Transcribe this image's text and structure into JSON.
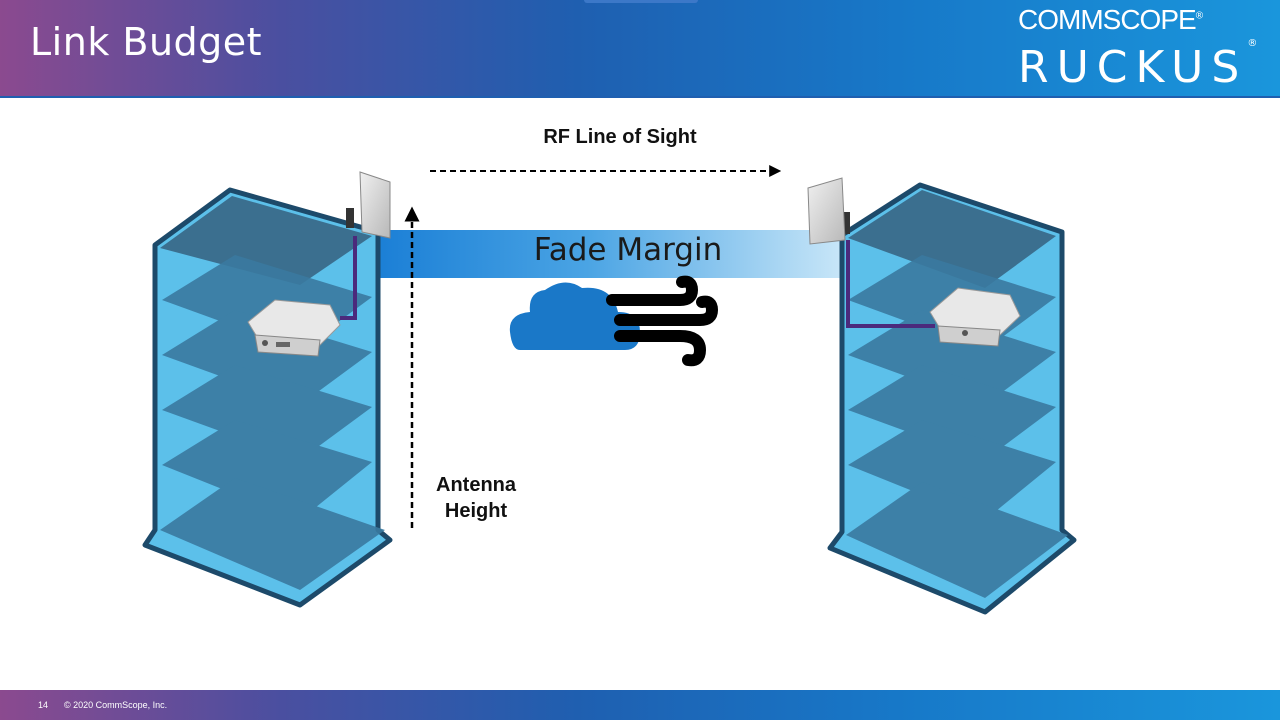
{
  "slide": {
    "title": "Link Budget",
    "page_number": "14",
    "copyright": "© 2020 CommScope, Inc."
  },
  "brand": {
    "line1": "COMMSCOPE",
    "line2": "RUCKUS",
    "registered": "®"
  },
  "diagram": {
    "rf_label": "RF Line of Sight",
    "fade_margin_label": "Fade Margin",
    "antenna_height_line1": "Antenna",
    "antenna_height_line2": "Height"
  },
  "colors": {
    "beam_blue": "#1b7fd6",
    "building_glass": "#5cc0ea",
    "building_floor": "#3a7aa0",
    "building_outline": "#1d4a6a",
    "cable": "#4b2a7c",
    "cloud": "#1a78c8",
    "wind": "#000000"
  }
}
